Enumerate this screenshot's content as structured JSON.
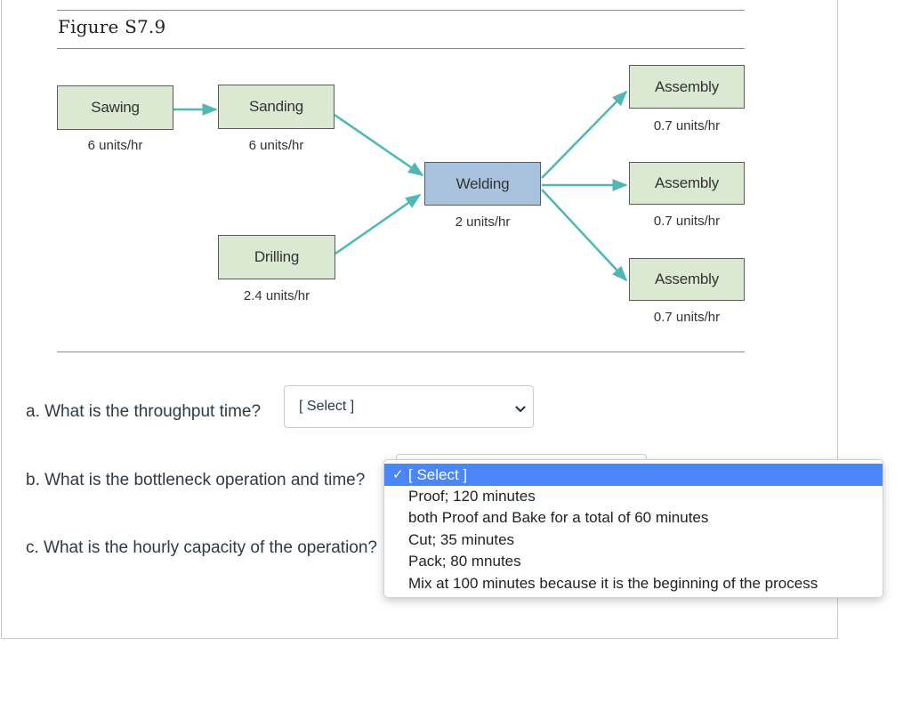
{
  "figure": {
    "title": "Figure S7.9",
    "nodes": [
      {
        "id": "sawing",
        "label": "Sawing",
        "rate": "6 units/hr"
      },
      {
        "id": "sanding",
        "label": "Sanding",
        "rate": "6 units/hr"
      },
      {
        "id": "drilling",
        "label": "Drilling",
        "rate": "2.4 units/hr"
      },
      {
        "id": "welding",
        "label": "Welding",
        "rate": "2 units/hr"
      },
      {
        "id": "assembly1",
        "label": "Assembly",
        "rate": "0.7 units/hr"
      },
      {
        "id": "assembly2",
        "label": "Assembly",
        "rate": "0.7 units/hr"
      },
      {
        "id": "assembly3",
        "label": "Assembly",
        "rate": "0.7 units/hr"
      }
    ],
    "colors": {
      "box_green": "#dbe8d2",
      "box_blue": "#a9c3df",
      "arrow": "#4fb8b4"
    }
  },
  "questions": {
    "a": {
      "text": "a. What is the throughput time?",
      "select_value": "[ Select ]"
    },
    "b": {
      "text": "b. What is the bottleneck operation and time?"
    },
    "c": {
      "text": "c. What is the hourly capacity of the operation?"
    }
  },
  "dropdown": {
    "check_glyph": "✓",
    "selected_color": "#4a86f7",
    "options": [
      "[ Select ]",
      "Proof; 120 minutes",
      "both Proof and Bake for a total of 60 minutes",
      "Cut; 35 minutes",
      "Pack; 80 mnutes",
      "Mix at 100 minutes because it is the beginning of the process"
    ]
  }
}
